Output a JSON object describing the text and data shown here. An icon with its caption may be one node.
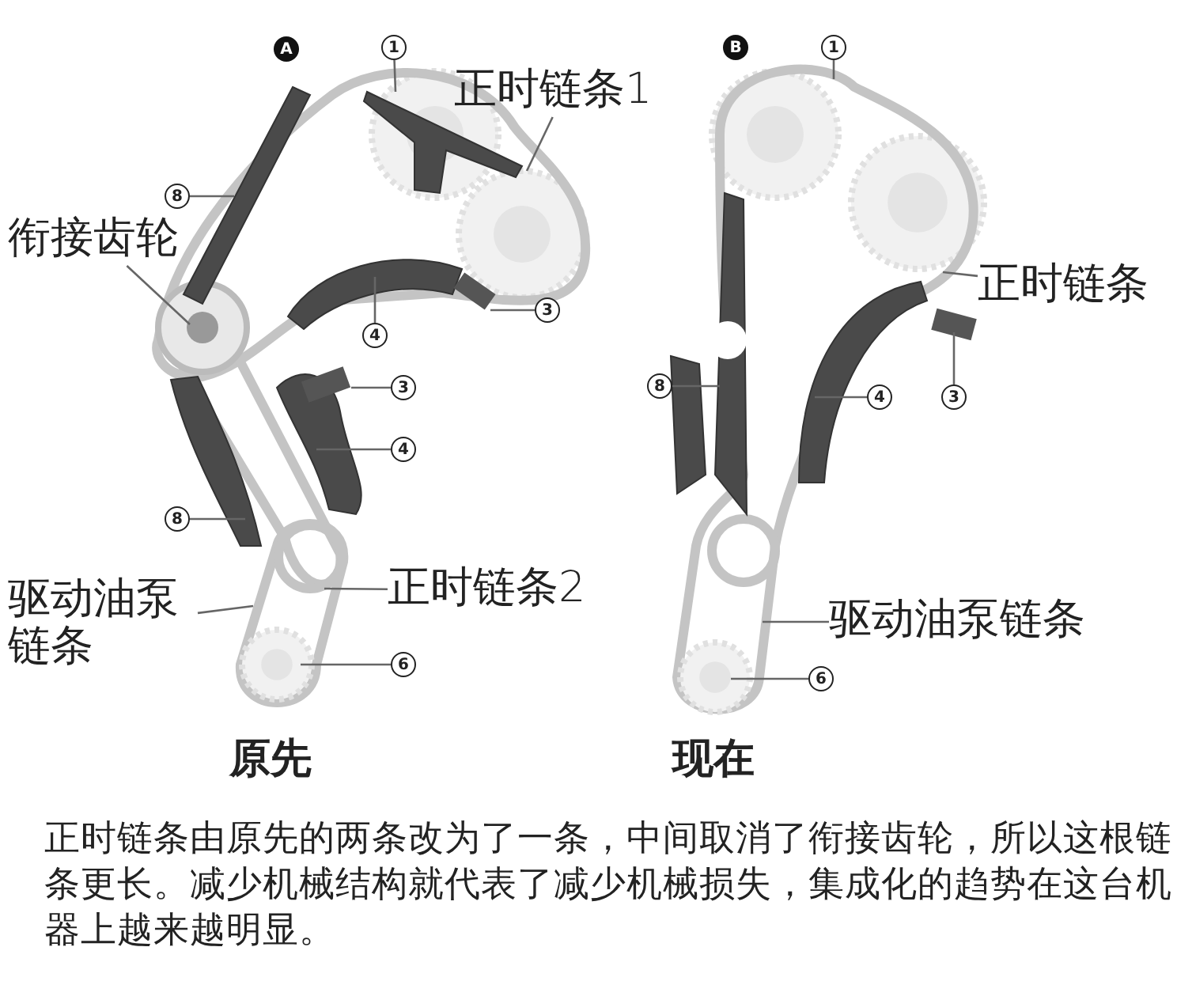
{
  "diagram": {
    "caption": "正时链条由原先的两条改为了一条，中间取消了衔接齿轮，所以这根链条更长。减少机械结构就代表了减少机械损失，集成化的趋势在这台机器上越来越明显。",
    "nodes": [
      {
        "text": [
          "A"
        ]
      },
      {
        "text": [
          "1"
        ]
      },
      {
        "text": [
          "正时链条1"
        ]
      },
      {
        "text": [
          "8"
        ]
      },
      {
        "text": [
          "衔接齿轮"
        ]
      },
      {
        "text": [
          "4"
        ]
      },
      {
        "text": [
          "3"
        ]
      },
      {
        "text": [
          "3"
        ]
      },
      {
        "text": [
          "4"
        ]
      },
      {
        "text": [
          "8"
        ]
      },
      {
        "text": [
          "驱动油泵链条"
        ]
      },
      {
        "text": [
          "正时链条2"
        ]
      },
      {
        "text": [
          "6"
        ]
      },
      {
        "text": [
          "B"
        ]
      },
      {
        "text": [
          "1"
        ]
      },
      {
        "text": [
          "正时链条"
        ]
      },
      {
        "text": [
          "8"
        ]
      },
      {
        "text": [
          "4"
        ]
      },
      {
        "text": [
          "3"
        ]
      },
      {
        "text": [
          "驱动油泵链条"
        ]
      },
      {
        "text": [
          "6"
        ]
      }
    ],
    "edges": [
      {
        "from": 1,
        "to": null,
        "arrow": "none"
      },
      {
        "from": 2,
        "to": null,
        "arrow": "none"
      },
      {
        "from": 3,
        "to": null,
        "arrow": "none"
      },
      {
        "from": 4,
        "to": null,
        "arrow": "none"
      },
      {
        "from": 5,
        "to": null,
        "arrow": "none"
      },
      {
        "from": 6,
        "to": null,
        "arrow": "none"
      },
      {
        "from": 7,
        "to": null,
        "arrow": "none"
      },
      {
        "from": 8,
        "to": null,
        "arrow": "none"
      },
      {
        "from": 9,
        "to": null,
        "arrow": "none"
      },
      {
        "from": 10,
        "to": null,
        "arrow": "none"
      },
      {
        "from": 11,
        "to": null,
        "arrow": "none"
      },
      {
        "from": 12,
        "to": null,
        "arrow": "none"
      },
      {
        "from": 14,
        "to": null,
        "arrow": "none"
      },
      {
        "from": 15,
        "to": null,
        "arrow": "none"
      },
      {
        "from": 16,
        "to": null,
        "arrow": "none"
      },
      {
        "from": 17,
        "to": null,
        "arrow": "none"
      },
      {
        "from": 18,
        "to": null,
        "arrow": "none"
      },
      {
        "from": 19,
        "to": null,
        "arrow": "none"
      },
      {
        "from": 20,
        "to": null,
        "arrow": "none"
      }
    ],
    "labels": [
      "原先",
      "现在"
    ]
  }
}
